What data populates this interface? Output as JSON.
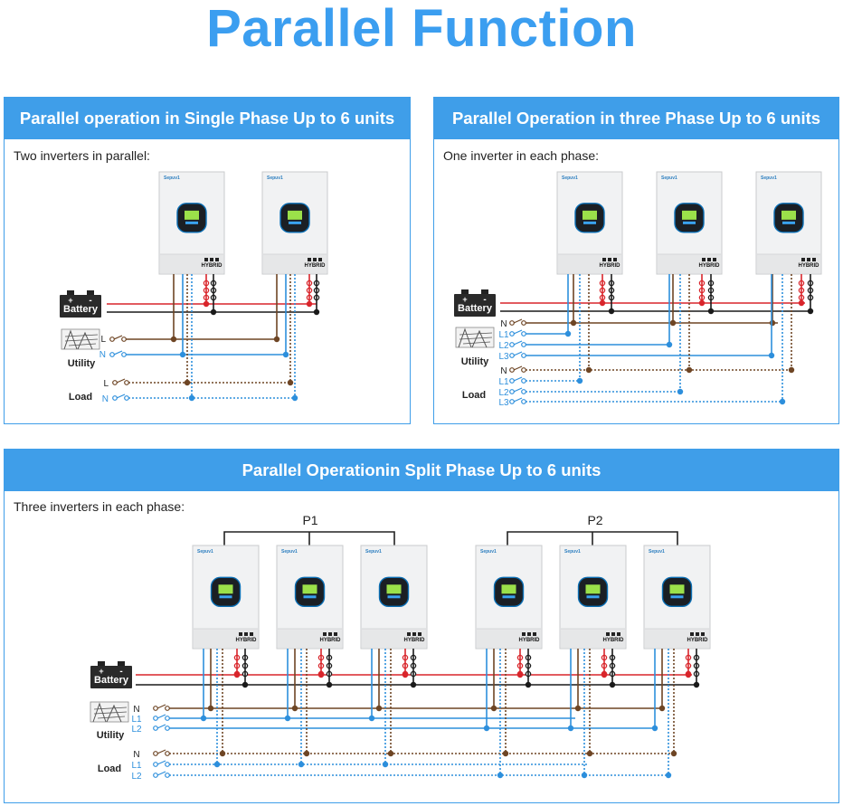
{
  "title": "Parallel Function",
  "brand": "Sepuv1",
  "inverter_badge": "HYBRID",
  "colors": {
    "accent": "#3f9ee9",
    "red": "#d9252b",
    "black": "#1a1a1a",
    "brown": "#6e4524",
    "blue": "#2d8fdc"
  },
  "labels": {
    "battery": "Battery",
    "utility": "Utility",
    "load": "Load",
    "plus": "+",
    "minus": "-"
  },
  "panel_single": {
    "header": "Parallel operation in Single Phase Up to 6 units",
    "subtitle": "Two inverters in parallel:",
    "utility_lines": [
      "L",
      "N"
    ],
    "load_lines": [
      "L",
      "N"
    ]
  },
  "panel_three": {
    "header": "Parallel Operation in three Phase Up to 6 units",
    "subtitle": "One inverter in each phase:",
    "utility_lines": [
      "N",
      "L1",
      "L2",
      "L3"
    ],
    "load_lines": [
      "N",
      "L1",
      "L2",
      "L3"
    ]
  },
  "panel_split": {
    "header": "Parallel Operationin Split Phase Up to 6 units",
    "subtitle": "Three inverters in each phase:",
    "group_labels": [
      "P1",
      "P2"
    ],
    "utility_lines": [
      "N",
      "L1",
      "L2"
    ],
    "load_lines": [
      "N",
      "L1",
      "L2"
    ]
  }
}
